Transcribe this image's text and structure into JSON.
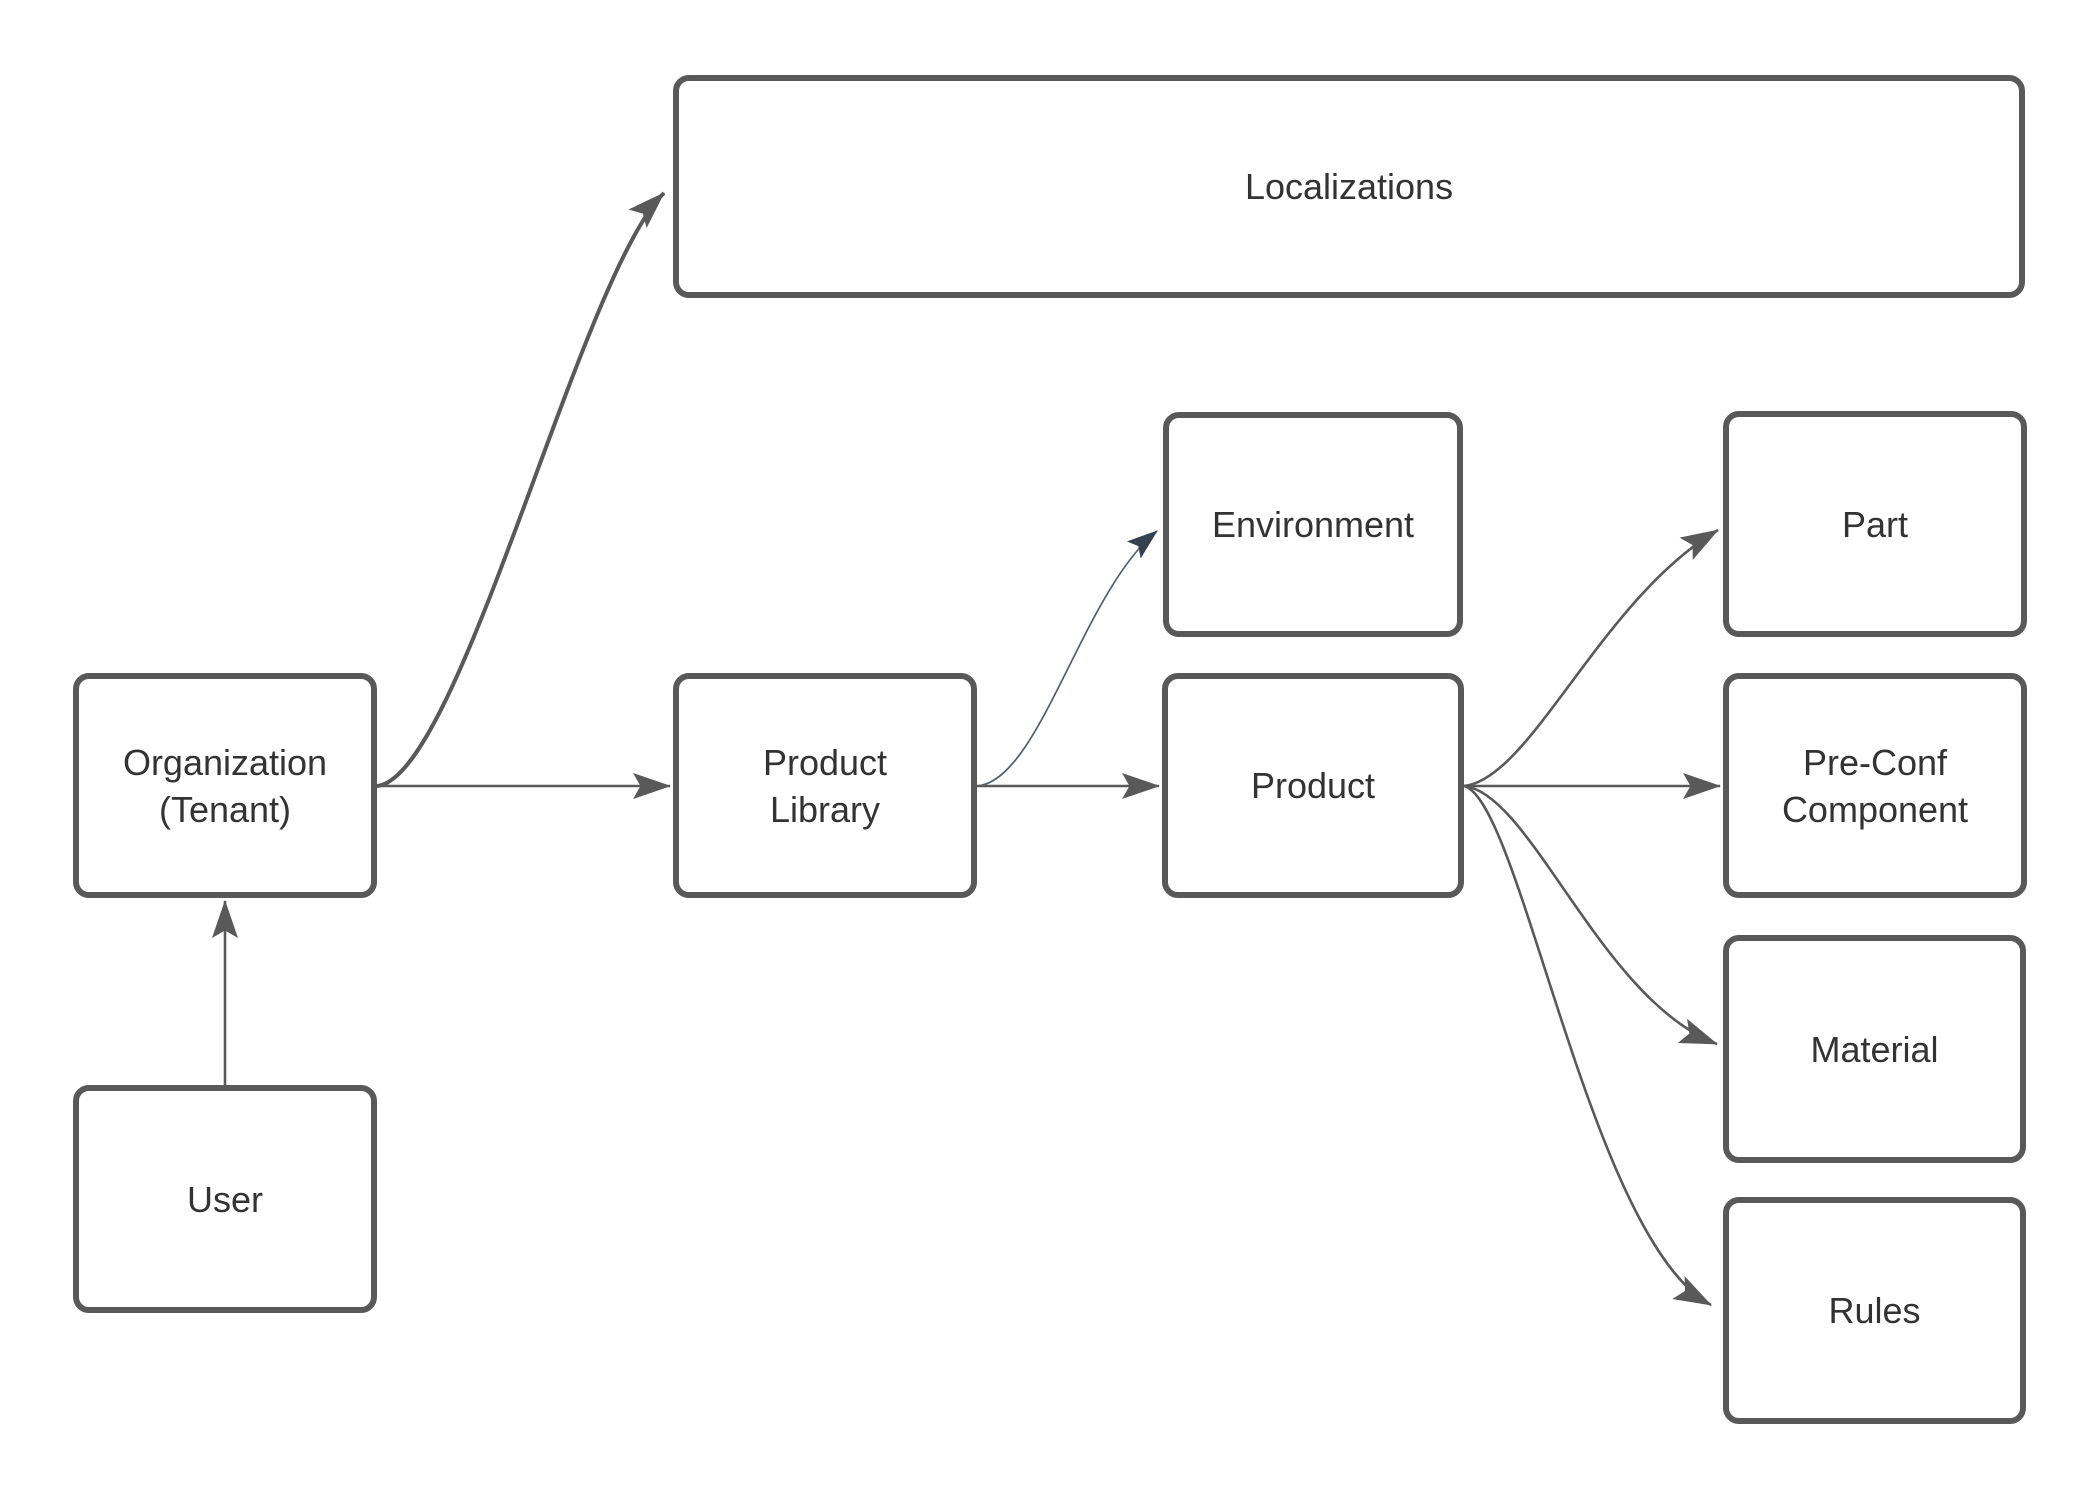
{
  "diagram": {
    "type": "flowchart",
    "background_color": "#ffffff",
    "node_style": {
      "fill": "#ffffff",
      "border_color": "#595959",
      "text_color": "#333333"
    },
    "edge_style": {
      "color": "#595959",
      "thin_edge_color": "#545E69",
      "dark_arrowhead_color": "#35404E"
    },
    "nodes": {
      "localizations": {
        "label": "Localizations"
      },
      "environment": {
        "label": "Environment"
      },
      "part": {
        "label": "Part"
      },
      "organization": {
        "label": "Organization\n(Tenant)"
      },
      "product_library": {
        "label": "Product\nLibrary"
      },
      "product": {
        "label": "Product"
      },
      "pre_conf_component": {
        "label": "Pre-Conf\nComponent"
      },
      "material": {
        "label": "Material"
      },
      "rules": {
        "label": "Rules"
      },
      "user": {
        "label": "User"
      }
    },
    "edges": [
      {
        "from": "user",
        "to": "organization",
        "style": "straight-arrow"
      },
      {
        "from": "organization",
        "to": "localizations",
        "style": "curved-arrow"
      },
      {
        "from": "organization",
        "to": "product_library",
        "style": "straight-arrow"
      },
      {
        "from": "product_library",
        "to": "environment",
        "style": "thin-curved-arrow"
      },
      {
        "from": "product_library",
        "to": "product",
        "style": "straight-arrow"
      },
      {
        "from": "product",
        "to": "part",
        "style": "curved-arrow"
      },
      {
        "from": "product",
        "to": "pre_conf_component",
        "style": "straight-arrow"
      },
      {
        "from": "product",
        "to": "material",
        "style": "curved-arrow"
      },
      {
        "from": "product",
        "to": "rules",
        "style": "curved-arrow"
      }
    ]
  }
}
